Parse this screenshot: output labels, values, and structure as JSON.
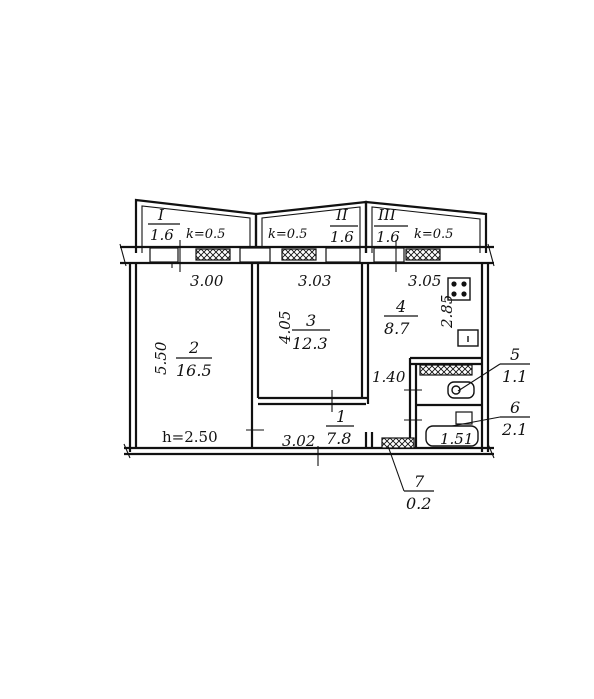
{
  "loggias": [
    {
      "id": "I",
      "area": "1.6",
      "k": "k=0.5"
    },
    {
      "id": "II",
      "area": "1.6",
      "k": "k=0.5"
    },
    {
      "id": "III",
      "area": "1.6",
      "k": "k=0.5"
    }
  ],
  "rooms": [
    {
      "id": "1",
      "area": "7.8"
    },
    {
      "id": "2",
      "area": "16.5"
    },
    {
      "id": "3",
      "area": "12.3"
    },
    {
      "id": "4",
      "area": "8.7"
    },
    {
      "id": "5",
      "area": "1.1"
    },
    {
      "id": "6",
      "area": "2.1"
    },
    {
      "id": "7",
      "area": "0.2"
    }
  ],
  "dimensions": {
    "room2_width": "3.00",
    "room3_width": "3.03",
    "room4_width": "3.05",
    "room2_length": "5.50",
    "room3_length": "4.05",
    "room4_length": "2.85",
    "hall_width": "1.40",
    "corridor_length": "3.02",
    "bath_length": "1.51"
  },
  "ceiling_height": "h=2.50",
  "icons": [
    "stove-icon",
    "toilet-icon",
    "bathtub-icon",
    "sink-icon"
  ]
}
